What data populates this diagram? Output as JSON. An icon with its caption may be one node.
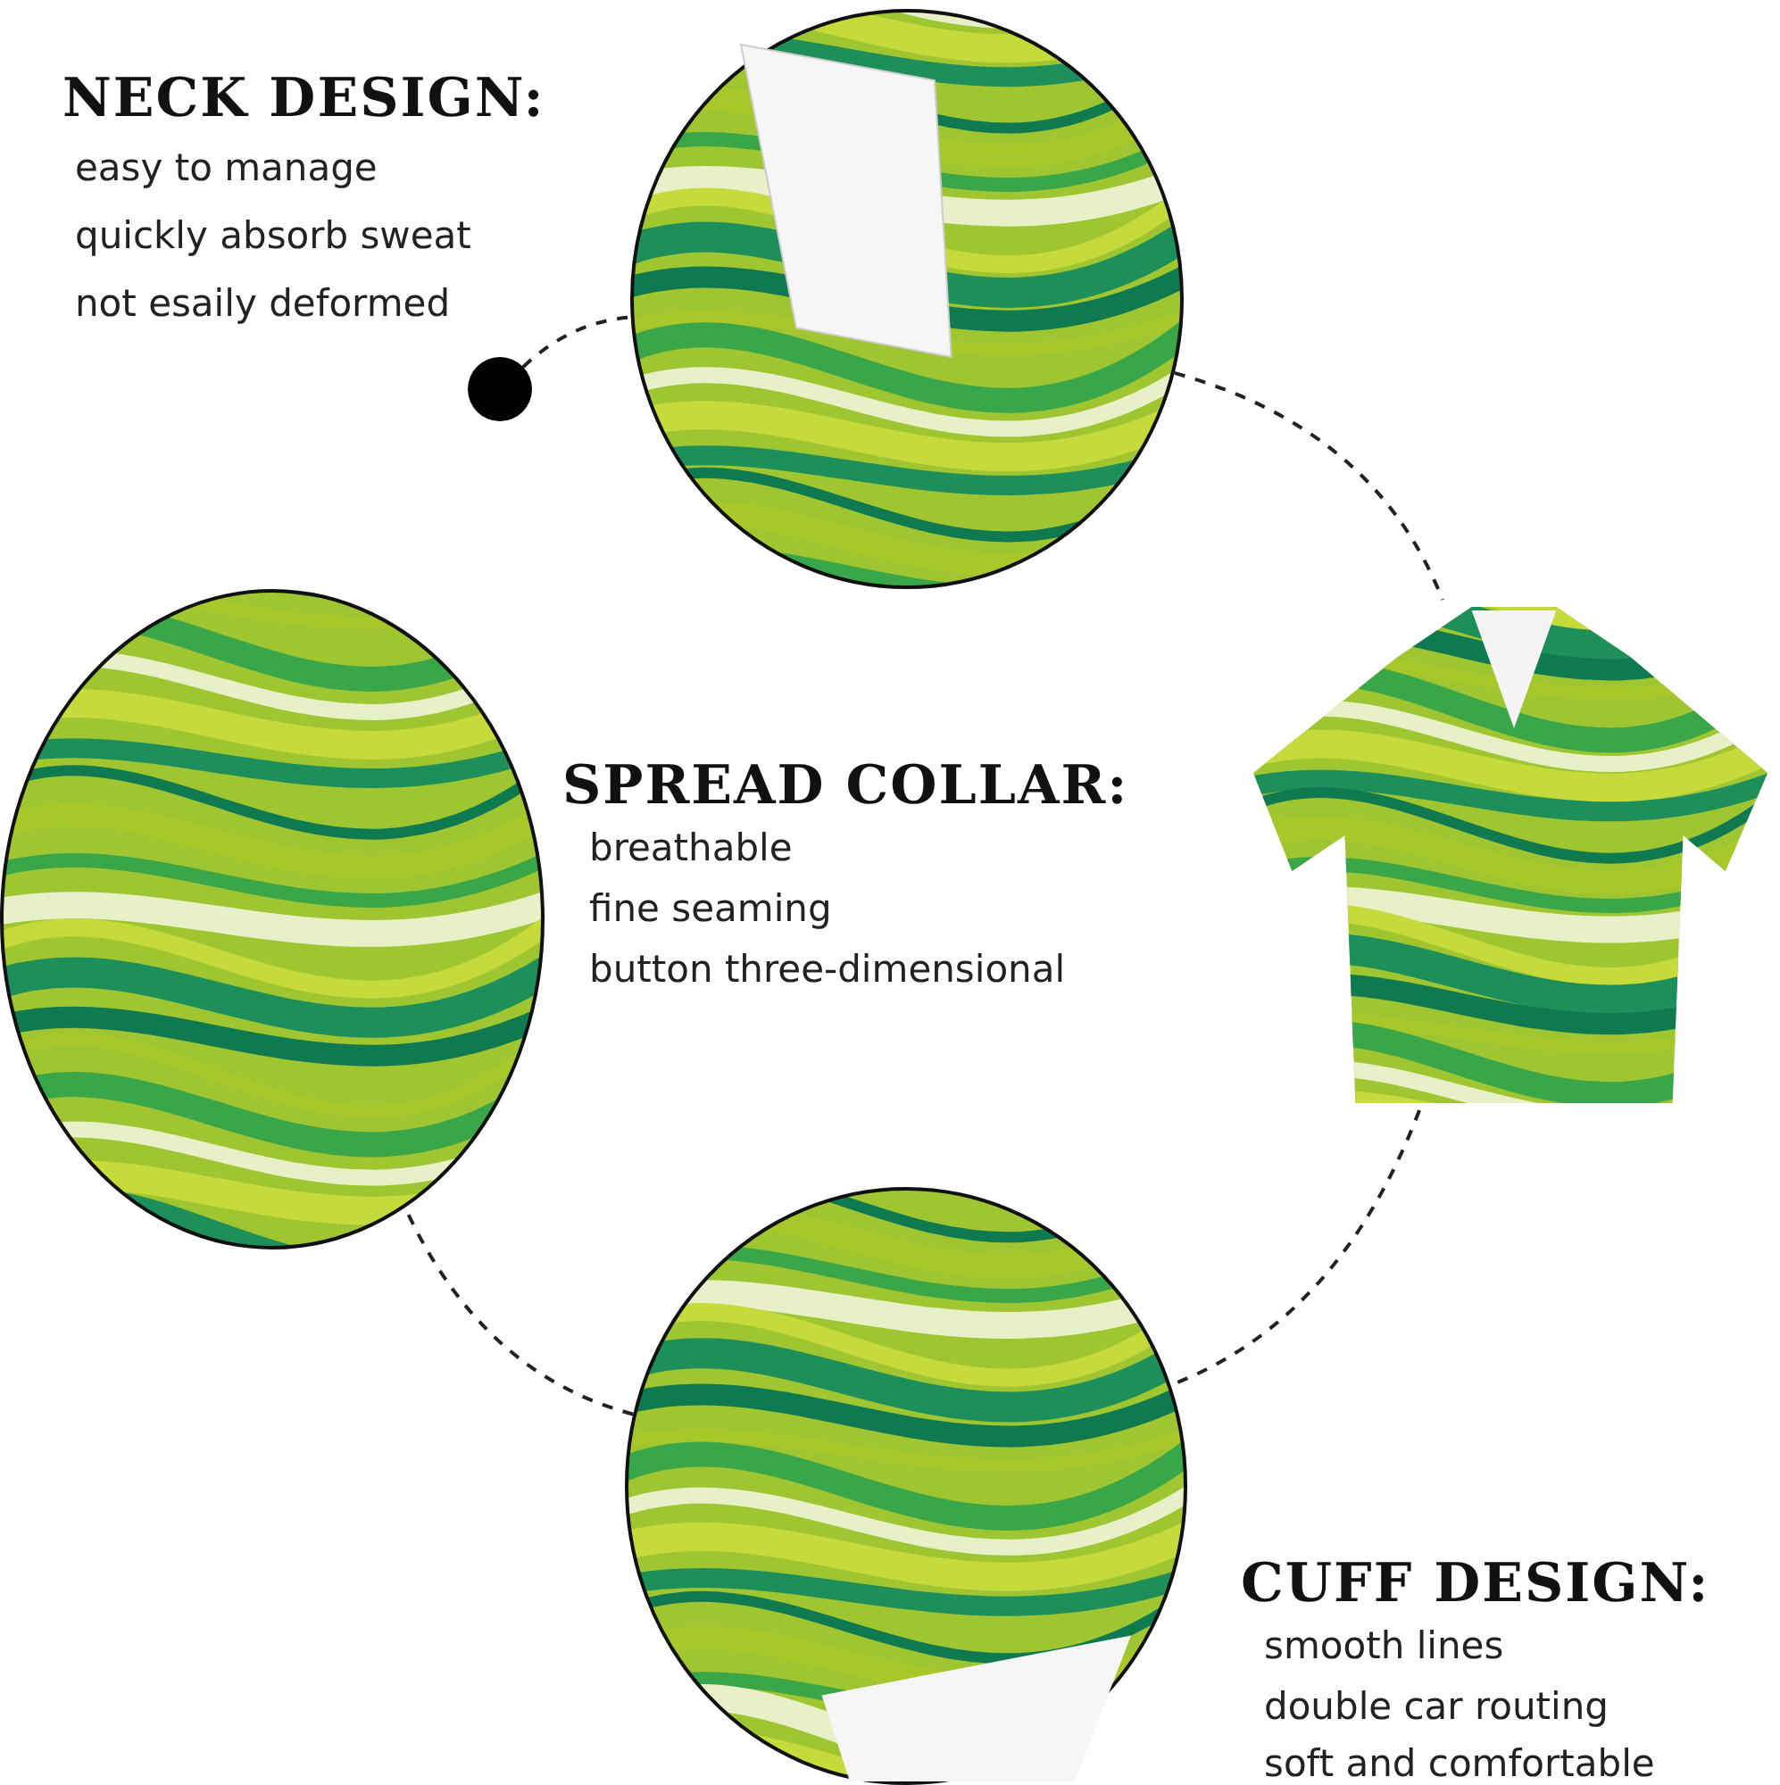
{
  "diagram": {
    "nodes": [
      {
        "text": [],
        "shape": "circle"
      },
      {
        "text": [],
        "shape": "picture",
        "beside": [
          "NECK DESIGN:",
          "easy to manage",
          "quickly absorb sweat",
          "not esaily deformed"
        ]
      },
      {
        "text": [],
        "shape": "picture"
      },
      {
        "text": [],
        "shape": "picture",
        "beside": [
          "CUFF DESIGN:",
          "smooth lines",
          "double car routing",
          "soft and comfortable"
        ]
      },
      {
        "text": [],
        "shape": "picture",
        "beside": [
          "SPREAD COLLAR:",
          "breathable",
          "fine seaming",
          "button three-dimensional"
        ]
      }
    ],
    "edges": [
      {
        "from": 0,
        "to": 1,
        "arrow": "none",
        "style": "dashed"
      },
      {
        "from": 1,
        "to": 2,
        "arrow": "none",
        "style": "dashed"
      },
      {
        "from": 2,
        "to": 3,
        "arrow": "none",
        "style": "dashed"
      },
      {
        "from": 3,
        "to": 4,
        "arrow": "none",
        "style": "dashed"
      }
    ]
  }
}
